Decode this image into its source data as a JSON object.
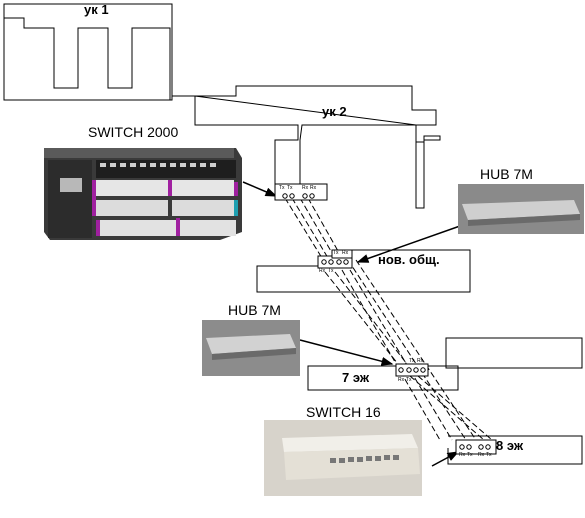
{
  "buildings": {
    "uk1": "ук 1",
    "uk2": "ук 2",
    "nov_obsch": "нов. общ.",
    "floor7": "7 эж",
    "floor8": "8 эж"
  },
  "devices": {
    "switch2000": "SWITCH 2000",
    "hub_right": "HUB 7M",
    "hub_left": "HUB 7M",
    "switch16": "SWITCH 16"
  },
  "ports": {
    "tx": "Tx",
    "rx": "Rx",
    "top_panel": [
      "Tx",
      "Tx",
      "Rx",
      "Rx"
    ],
    "nov_panel_top": [
      "Tx",
      "Rx"
    ],
    "nov_panel_bottom": [
      "Rx",
      "Tx"
    ],
    "floor7_panel_top": [
      "Tx",
      "Rx"
    ],
    "floor7_panel_bottom": [
      "Rx",
      "Tx"
    ],
    "floor8_panel_bottom": [
      "Rx",
      "Tx",
      "Rx",
      "Tx"
    ]
  }
}
